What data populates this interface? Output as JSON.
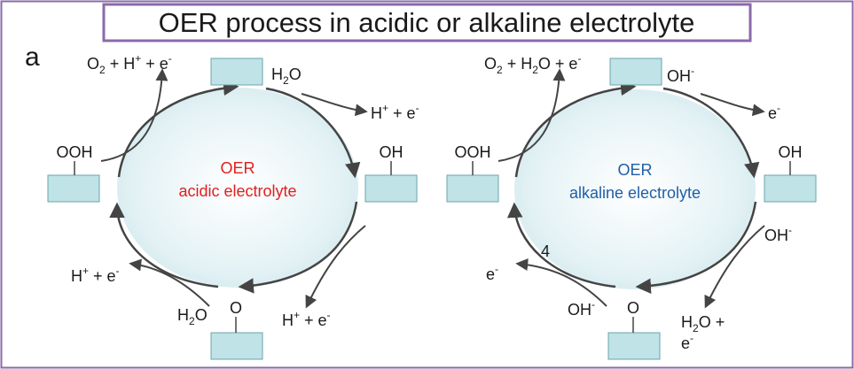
{
  "title": "OER process in acidic or alkaline electrolyte",
  "panel_label": "a",
  "colors": {
    "acid_center": "#e02020",
    "alk_center": "#1f5fa8",
    "site_fill": "#bfe3e6",
    "site_stroke": "#6aa6ad",
    "title_border": "#8a6aaa"
  },
  "acid": {
    "center_line1": "OER",
    "center_line2": "acidic electrolyte",
    "top_left_prod": {
      "a": "O",
      "a_sub": "2",
      "b": " + H",
      "b_sup": "+",
      "c": " + e",
      "c_sup": "-"
    },
    "top_right_in": {
      "a": "H",
      "a_sub": "2",
      "b": "O"
    },
    "right_top_out": {
      "a": "H",
      "a_sup": "+",
      "b": " + e",
      "b_sup": "-"
    },
    "right_group": "OH",
    "left_group": "OOH",
    "bottom_right_out": {
      "a": "H",
      "a_sup": "+",
      "b": " + e",
      "b_sup": "-"
    },
    "bottom_left_in": {
      "a": "H",
      "a_sub": "2",
      "b": "O"
    },
    "bottom_group": "O",
    "left_bottom_out": {
      "a": "H",
      "a_sup": "+",
      "b": " + e",
      "b_sup": "-"
    }
  },
  "alk": {
    "center_line1": "OER",
    "center_line2": "alkaline electrolyte",
    "top_left_prod": {
      "a": "O",
      "a_sub": "2",
      "b": " + H",
      "b_sub": "2",
      "c": "O + e",
      "c_sup": "-"
    },
    "top_right_in": {
      "a": "OH",
      "a_sup": "-"
    },
    "right_top_out": {
      "a": "e",
      "a_sup": "-"
    },
    "right_group": "OH",
    "left_group": "OOH",
    "right_bottom_in": {
      "a": "OH",
      "a_sup": "-"
    },
    "bottom_right_out1": {
      "a": "H",
      "a_sub": "2",
      "b": "O +"
    },
    "bottom_right_out2": {
      "a": "e",
      "a_sup": "-"
    },
    "bottom_left_in": {
      "a": "OH",
      "a_sup": "-"
    },
    "bottom_group": "O",
    "left_bottom_out": {
      "a": "e",
      "a_sup": "-"
    },
    "step_number": "4"
  }
}
